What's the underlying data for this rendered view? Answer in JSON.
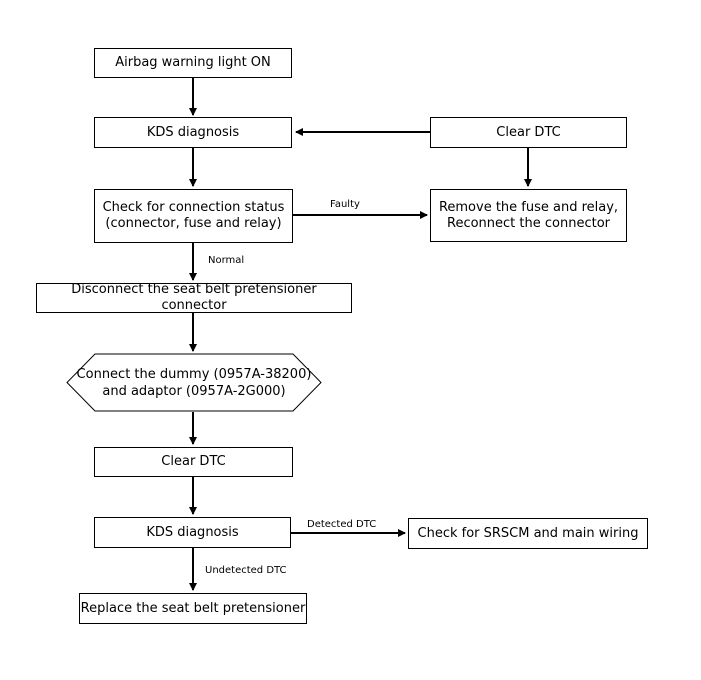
{
  "nodes": {
    "start": "Airbag warning light ON",
    "kds1": "KDS diagnosis",
    "clear_top": "Clear DTC",
    "check_line1": "Check for connection status",
    "check_line2": "(connector, fuse and relay)",
    "remove_line1": "Remove the fuse and relay,",
    "remove_line2": "Reconnect the connector",
    "disconnect": "Disconnect the seat belt pretensioner connector",
    "dummy_line1": "Connect the dummy (0957A-38200)",
    "dummy_line2": "and adaptor (0957A-2G000)",
    "clear_mid": "Clear DTC",
    "kds2": "KDS diagnosis",
    "check_srscm": "Check for SRSCM and main wiring",
    "replace": "Replace the seat belt pretensioner"
  },
  "edge_labels": {
    "faulty": "Faulty",
    "normal": "Normal",
    "detected": "Detected DTC",
    "undetected": "Undetected DTC"
  }
}
